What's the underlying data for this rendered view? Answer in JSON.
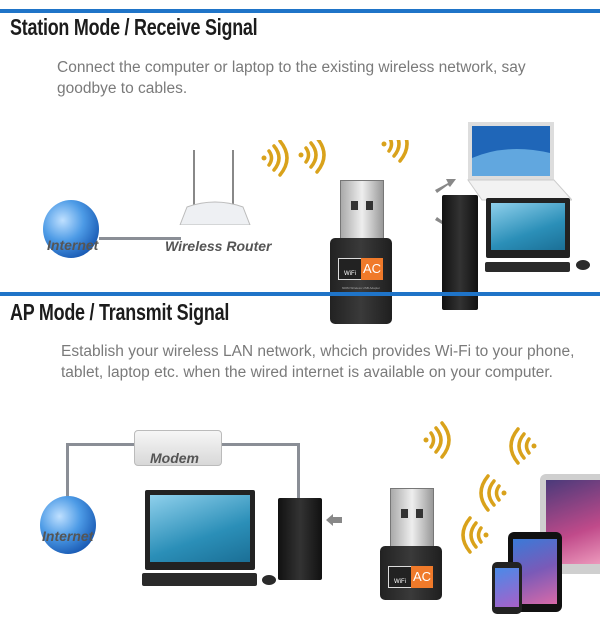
{
  "station": {
    "title": "Station Mode  / Receive Signal",
    "description": "Connect the computer or laptop to the existing wireless network, say goodbye to cables.",
    "labels": {
      "internet": "Internet",
      "router": "Wireless Router"
    }
  },
  "ap": {
    "title": "AP Mode  / Transmit  Signal",
    "description": "Establish your wireless LAN network, whcich provides Wi-Fi to your phone, tablet, laptop etc. when the wired internet is available on your computer.",
    "labels": {
      "internet": "Internet",
      "modem": "Modem"
    }
  },
  "adapter": {
    "wifi_text": "WiFi",
    "ac_text": "AC",
    "model_text": "600M Wireless USB Adapter"
  },
  "colors": {
    "accent_bar": "#1f74c8",
    "signal": "#d9a21b",
    "adapter_badge": "#f07a2a"
  },
  "icons": [
    "globe-icon",
    "router-icon",
    "wifi-signal-icon",
    "usb-adapter-icon",
    "laptop-icon",
    "desktop-computer-icon",
    "modem-icon",
    "tablet-icon",
    "phone-icon",
    "arrow-icon"
  ]
}
